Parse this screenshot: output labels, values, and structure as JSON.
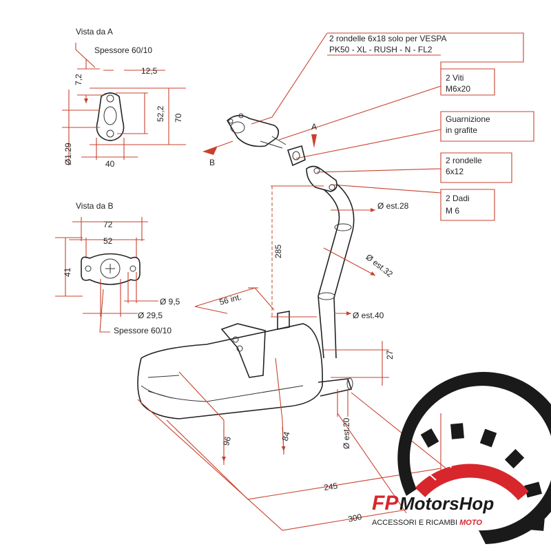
{
  "view_a": {
    "title": "Vista da A",
    "thickness": "Spessore 60/10",
    "dim_7_2": "7,2",
    "dim_12_5": "12,5",
    "dim_52_2": "52,2",
    "dim_70": "70",
    "dim_29": "Ø1.29",
    "dim_40": "40"
  },
  "view_b": {
    "title": "Vista da B",
    "dim_72": "72",
    "dim_52": "52",
    "dim_41": "41",
    "dim_9_5": "Ø 9,5",
    "dim_29_5": "Ø 29,5",
    "thickness": "Spessore 60/10"
  },
  "callouts": {
    "washers_line1": "2 rondelle 6x18 solo per VESPA",
    "washers_line2": "PK50 - XL - RUSH - N - FL2",
    "screws_line1": "2 Viti",
    "screws_line2": "M6x20",
    "gasket_line1": "Guarnizione",
    "gasket_line2": "in grafite",
    "washers2_line1": "2 rondelle",
    "washers2_line2": "6x12",
    "nuts_line1": "2 Dadi",
    "nuts_line2": "M 6"
  },
  "main": {
    "label_a": "A",
    "label_b": "B",
    "dim_est28": "Ø est.28",
    "dim_285": "285",
    "dim_est32": "Ø est.32",
    "dim_56int": "56 int.",
    "dim_est40": "Ø est.40",
    "dim_27": "27",
    "dim_96": "96",
    "dim_84": "84",
    "dim_est20": "Ø est.20",
    "dim_245": "245",
    "dim_300": "300"
  },
  "logo": {
    "brand_fp": "FP",
    "brand_rest": "MotorsHop",
    "tagline_a": "ACCESSORI E RICAMBI ",
    "tagline_b": "MOTO",
    "colors": {
      "red": "#d8262d",
      "black": "#1a1a1a"
    }
  },
  "colors": {
    "dimension": "#c8412c",
    "outline": "#222222"
  }
}
